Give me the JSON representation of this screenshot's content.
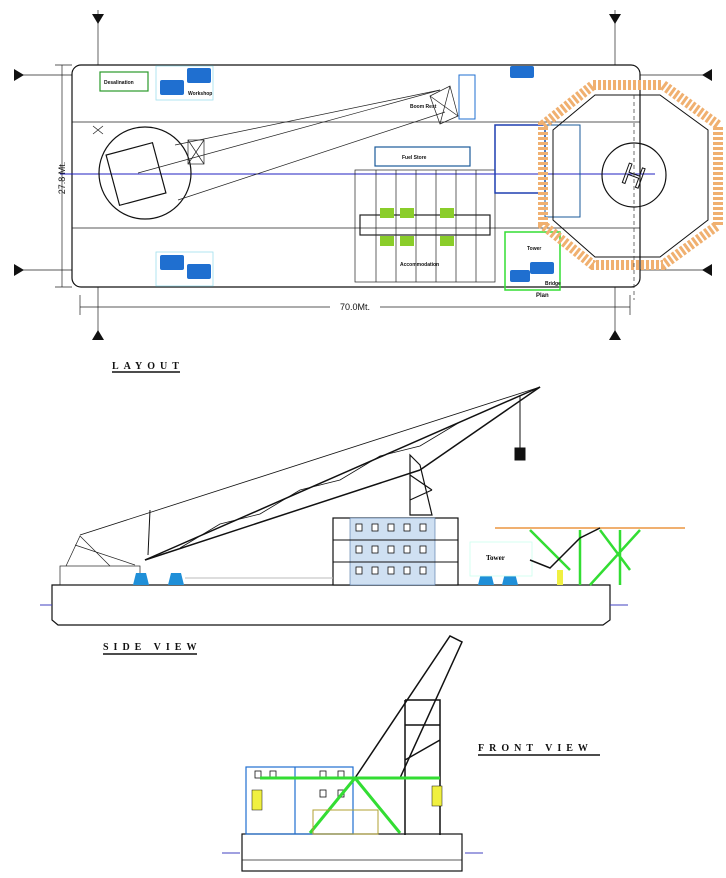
{
  "layout": {
    "title": "LAYOUT",
    "width_dimension": "27.8 Mt.",
    "length_dimension": "70.0Mt.",
    "plan_label": "Plan",
    "labels": {
      "desalination": "Desalination",
      "workshop": "Workshop",
      "boom_rest": "Boom Rest",
      "fuel_store": "Fuel Store",
      "accommodation": "Accommodation",
      "tower": "Tower",
      "bridge": "Bridge",
      "helideck_marking": "H"
    }
  },
  "side_view": {
    "title": "SIDE VIEW",
    "tower_label": "Tower"
  },
  "front_view": {
    "title": "FRONT VIEW"
  },
  "colors": {
    "structure": "#111111",
    "green": "#33dd33",
    "blue": "#1f6fd0",
    "orange": "#f0b070",
    "centerline": "#2020c0",
    "yellow": "#f0f040"
  }
}
